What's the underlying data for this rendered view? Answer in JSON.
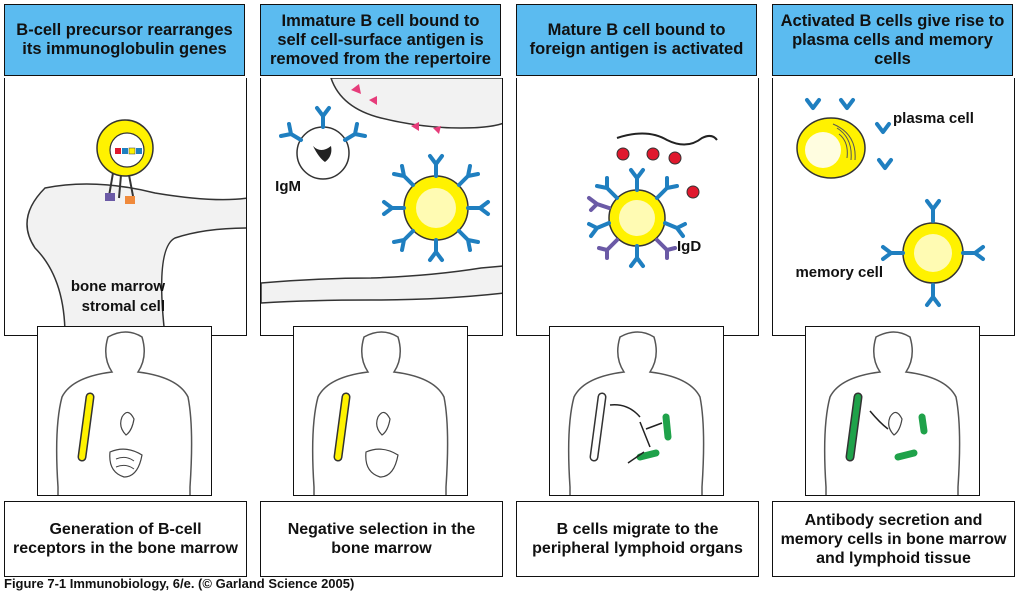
{
  "panels": [
    {
      "header": "B-cell precursor rearranges its immunoglobulin genes",
      "caption": "Generation of B-cell receptors in the bone marrow",
      "labels": [
        "bone marrow",
        "stromal cell"
      ]
    },
    {
      "header": "Immature B cell bound to self cell-surface antigen is removed from the repertoire",
      "caption": "Negative selection in the bone marrow",
      "labels": [
        "IgM"
      ]
    },
    {
      "header": "Mature B cell bound to foreign antigen is activated",
      "caption": "B cells migrate to the peripheral lymphoid organs",
      "labels": [
        "IgD"
      ]
    },
    {
      "header": "Activated B cells give rise to plasma cells and memory cells",
      "caption": "Antibody secretion and memory cells in bone marrow and lymphoid tissue",
      "labels": [
        "plasma cell",
        "memory cell"
      ]
    }
  ],
  "footer": "Figure 7-1  Immunobiology, 6/e. (© Garland Science 2005)",
  "colors": {
    "header_bg": "#5bbbf0",
    "cell_yellow": "#fff200",
    "receptor_blue": "#1f7fc0",
    "igd_purple": "#6b5aa6",
    "antigen_red": "#e0182d",
    "bone_yellow": "#fff200",
    "bone_green": "#1fa24a"
  }
}
